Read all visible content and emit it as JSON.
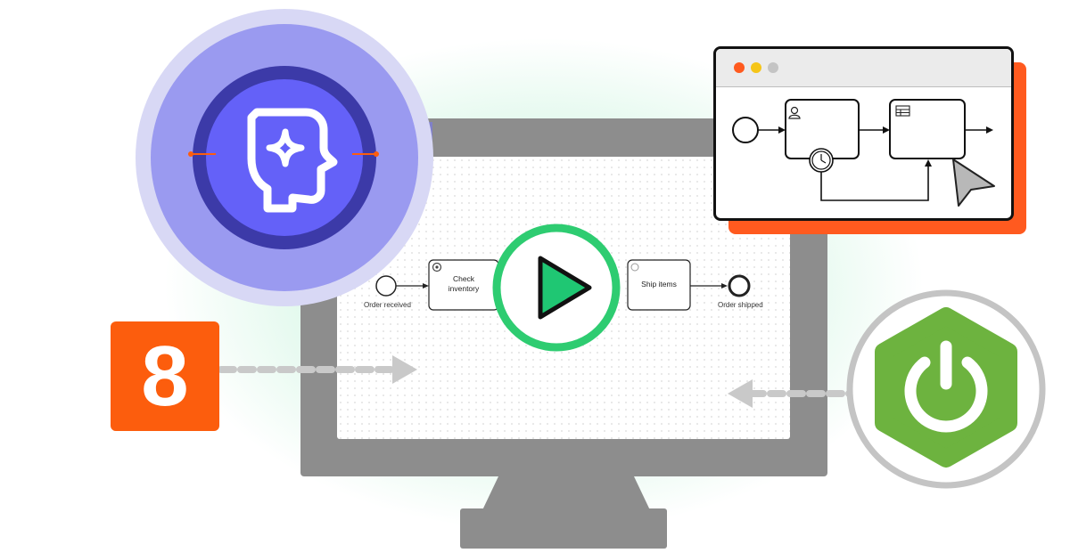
{
  "workflow": {
    "start_event_label": "Order received",
    "task_check_label_line1": "Check",
    "task_check_label_line2": "inventory",
    "task_ship_label": "Ship items",
    "end_event_label": "Order shipped"
  },
  "badge": {
    "text": "8",
    "color": "#fc5d0d"
  },
  "colors": {
    "play_green": "#2ecc71",
    "ai_purple": "#6c63ff",
    "browser_accent": "#ff5a1f",
    "spring_green": "#6db33f",
    "monitor_gray": "#8d8d8d"
  },
  "icons": {
    "ai": "ai-brain-icon",
    "play": "play-icon",
    "spring": "spring-power-icon",
    "user_task": "user-icon",
    "service_task": "gear-icon",
    "timer": "clock-icon",
    "table": "table-icon",
    "cursor": "cursor-icon"
  }
}
